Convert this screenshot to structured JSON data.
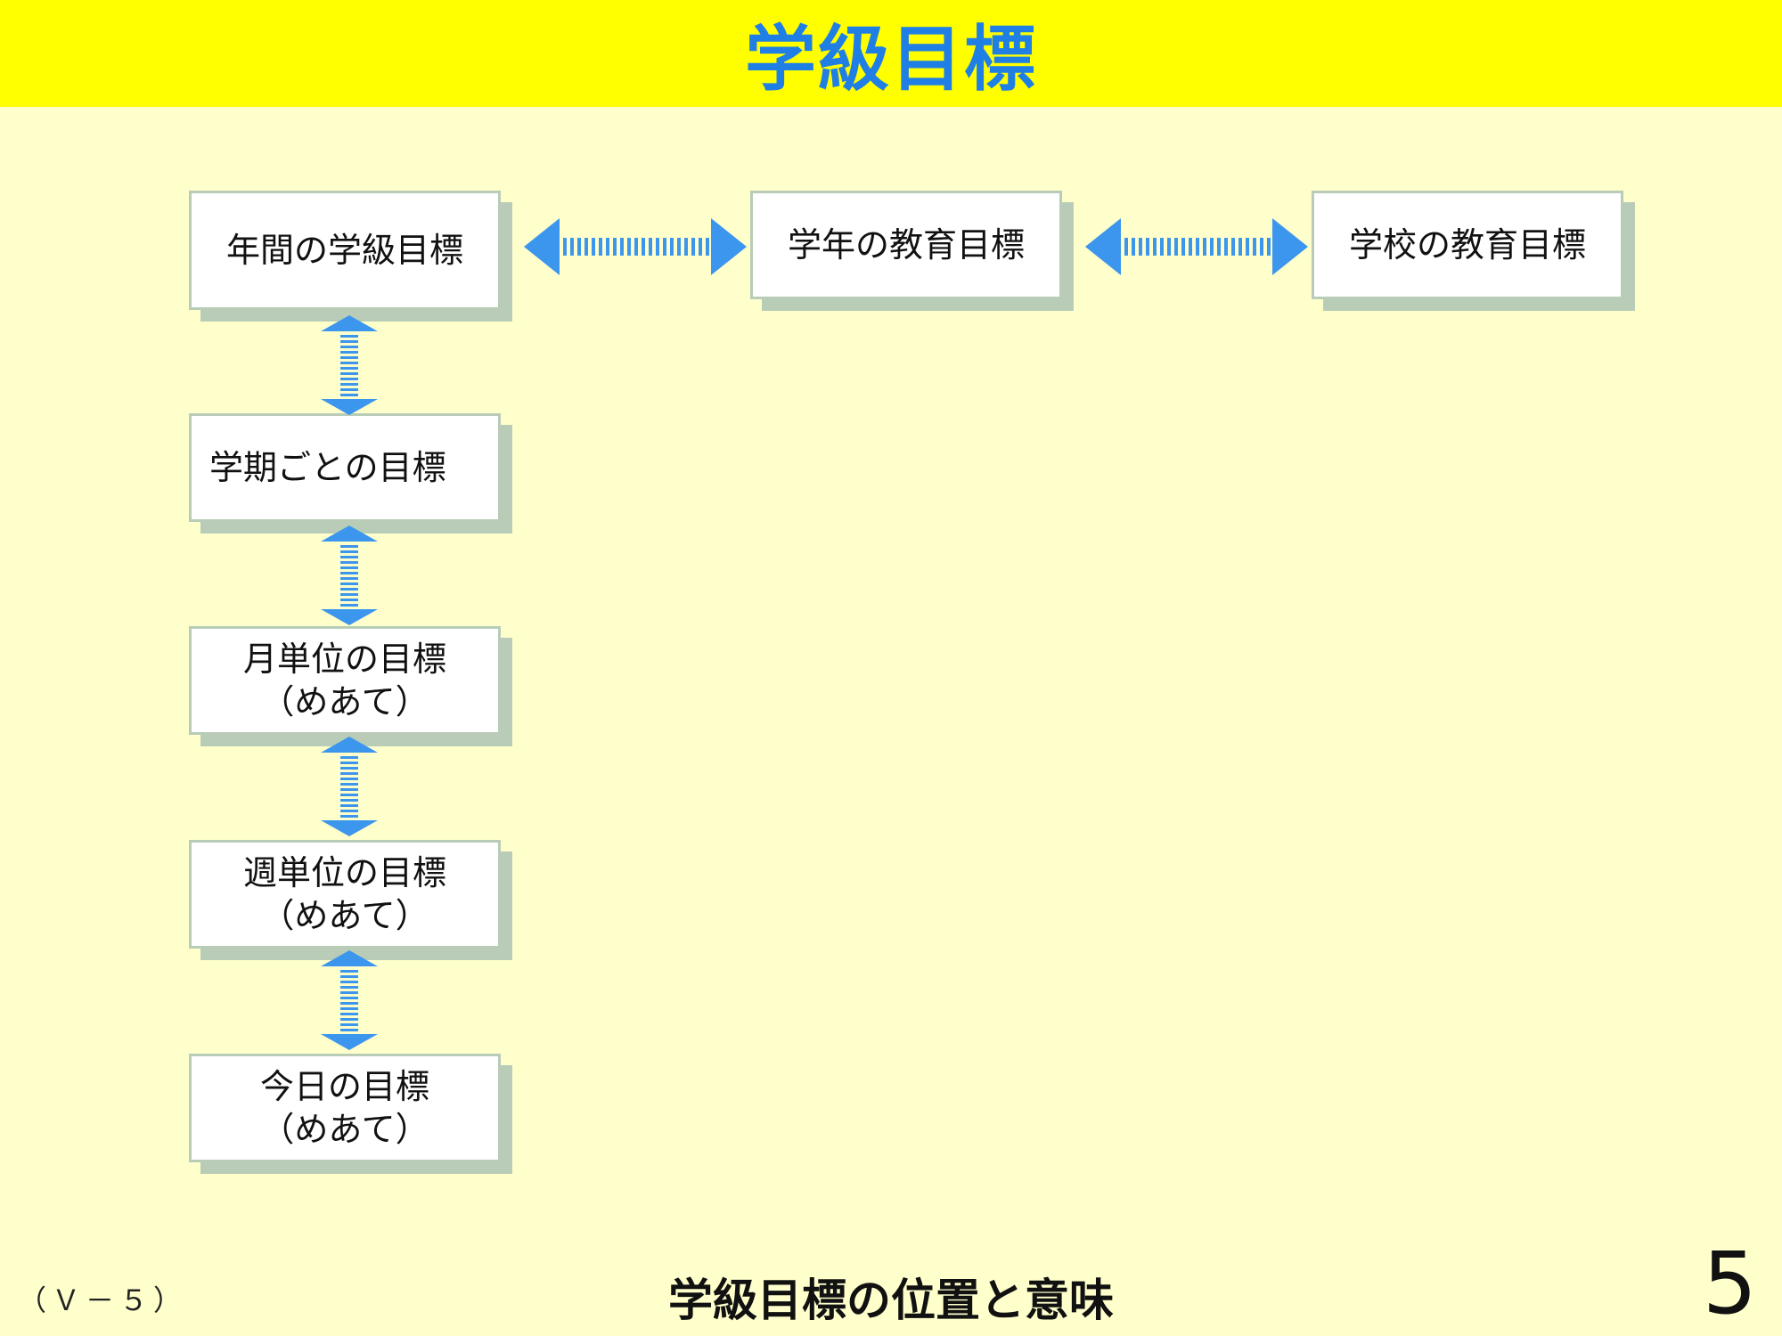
{
  "slide": {
    "title": "学級目標",
    "code": "（Ｖ－５）",
    "subtitle": "学級目標の位置と意味",
    "page_number": "5"
  },
  "colors": {
    "title_bar": "#FFFF00",
    "title_text": "#1F7FE5",
    "background": "#FFFFCC",
    "box_shadow": "#B9CCB7",
    "arrow": "#3D96EE"
  },
  "nodes": {
    "annual_class": {
      "line1": "年間の学級目標"
    },
    "grade": {
      "line1": "学年の教育目標"
    },
    "school": {
      "line1": "学校の教育目標"
    },
    "term": {
      "line1": "学期ごとの目標"
    },
    "monthly": {
      "line1": "月単位の目標",
      "line2": "（めあて）"
    },
    "weekly": {
      "line1": "週単位の目標",
      "line2": "（めあて）"
    },
    "daily": {
      "line1": "今日の目標",
      "line2": "（めあて）"
    }
  }
}
